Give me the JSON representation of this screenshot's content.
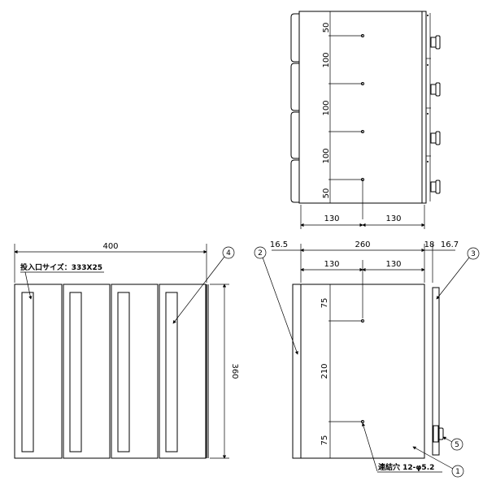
{
  "side_view": {
    "vertical_dims": [
      "50",
      "100",
      "100",
      "100",
      "50"
    ],
    "horizontal_dims": [
      "130",
      "130"
    ]
  },
  "front_view": {
    "width_dim": "400",
    "height_dim": "360",
    "slot_note": "投入口サイズ：333X25",
    "balloon": "4"
  },
  "rear_view": {
    "top_dims": [
      "16.5",
      "260",
      "18",
      "16.7"
    ],
    "sub_dims": [
      "130",
      "130"
    ],
    "vertical_dims": [
      "75",
      "210",
      "75"
    ],
    "hole_note": "連結穴 12-φ5.2",
    "balloons": [
      "1",
      "2",
      "3",
      "5"
    ]
  }
}
